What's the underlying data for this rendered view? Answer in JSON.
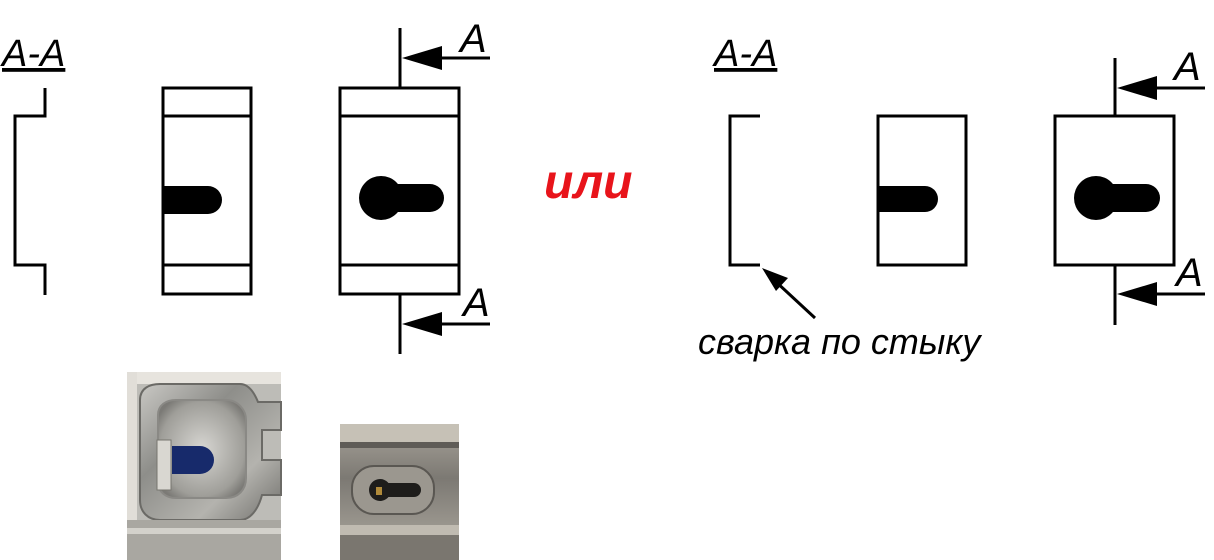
{
  "section_label": "A-A",
  "cut_marker": "A",
  "separator": "или",
  "weld_note": "сварка по стыку",
  "colors": {
    "separator": "#e8141b",
    "ink": "#000000"
  },
  "photos": [
    {
      "name": "photo-open-slot"
    },
    {
      "name": "photo-keyhole-slot"
    }
  ]
}
